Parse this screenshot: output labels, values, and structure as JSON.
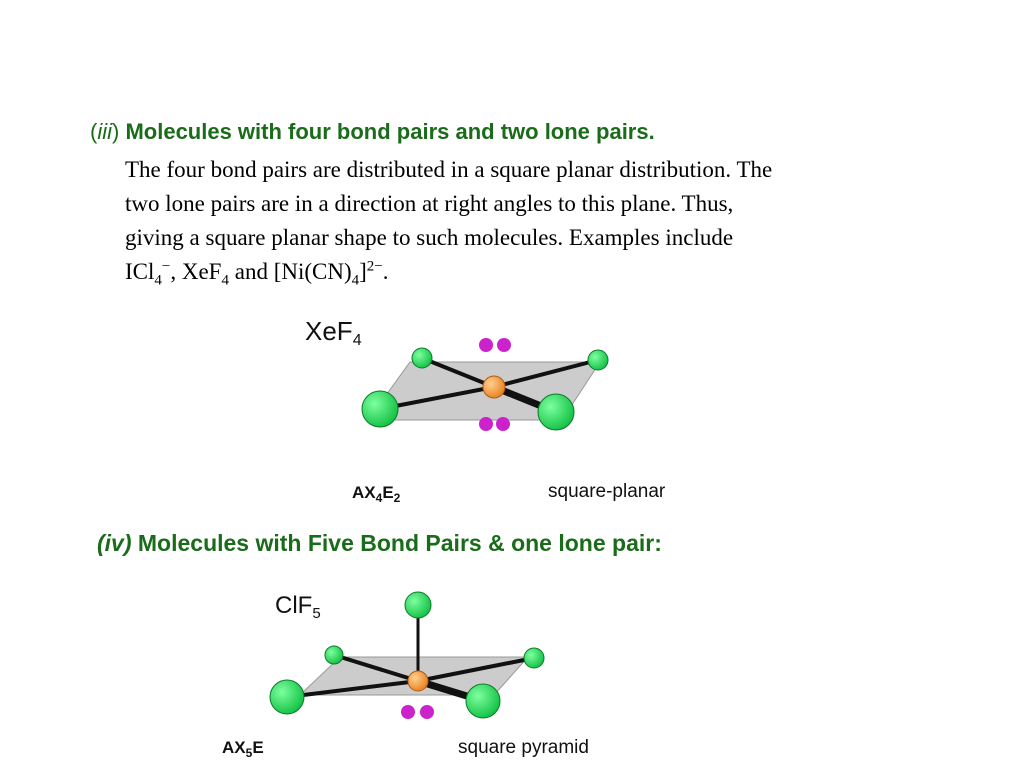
{
  "section_iii": {
    "open_paren": "(",
    "numeral": "iii",
    "close_paren": ")",
    "title": "Molecules with four bond pairs and two lone pairs."
  },
  "paragraph": {
    "line1": "The four bond pairs are distributed in a square planar distribution. The",
    "line2": "two lone pairs are in a direction at right angles to this plane. Thus,",
    "line3": "giving a square planar shape to such molecules. Examples include",
    "ex1_base": "ICl",
    "ex1_sub": "4",
    "ex1_sup": "−",
    "sep1": ", XeF",
    "ex2_sub": "4",
    "sep2": " and [Ni(CN)",
    "ex3_sub": "4",
    "ex3_close": "]",
    "ex3_sup": "2−",
    "end": "."
  },
  "figure_xef4": {
    "formula": "XeF",
    "formula_sub": "4",
    "axe_a": "AX",
    "axe_a_sub": "4",
    "axe_b": "E",
    "axe_b_sub": "2",
    "shape": "square-planar"
  },
  "section_iv": {
    "numeral": "(iv)",
    "title": "Molecules with Five Bond Pairs & one lone pair:"
  },
  "figure_clf5": {
    "formula": "ClF",
    "formula_sub": "5",
    "axe_a": "AX",
    "axe_a_sub": "5",
    "axe_b": "E",
    "shape": "square pyramid"
  },
  "colors": {
    "heading": "#1a6b1a",
    "ligand": "#22dd55",
    "central_atom": "#f5a040",
    "lone_pair": "#cc22cc",
    "plane": "#cccccc"
  }
}
